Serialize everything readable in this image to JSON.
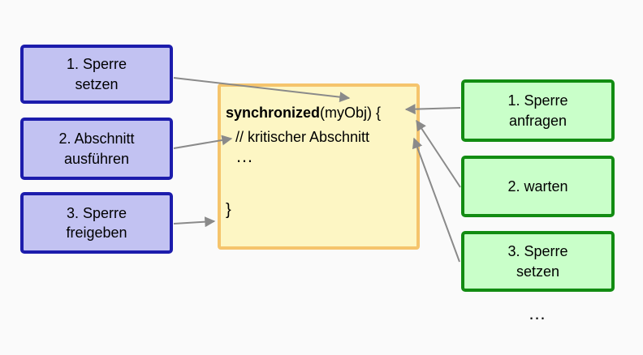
{
  "colors": {
    "background": "#fafafa",
    "purple-fill": "#c2c2f2",
    "purple-border": "#1c1cac",
    "green-fill": "#c9ffc9",
    "green-border": "#128c12",
    "yellow-fill": "#fdf6c4",
    "yellow-border": "#f5c46c",
    "arrow": "#8a8a8a",
    "text": "#000000"
  },
  "left_steps": [
    {
      "line1": "1. Sperre",
      "line2": "setzen"
    },
    {
      "line1": "2. Abschnitt",
      "line2": "ausführen"
    },
    {
      "line1": "3. Sperre",
      "line2": "freigeben"
    }
  ],
  "right_steps": [
    {
      "line1": "1. Sperre",
      "line2": "anfragen"
    },
    {
      "line1": "2. warten",
      "line2": ""
    },
    {
      "line1": "3. Sperre",
      "line2": "setzen"
    }
  ],
  "right_ellipsis": "…",
  "code_box": {
    "keyword": "synchronized",
    "call_rest": "(myObj) {",
    "comment": "// kritischer Abschnitt",
    "ellipsis": "…",
    "closing_brace": "}"
  }
}
